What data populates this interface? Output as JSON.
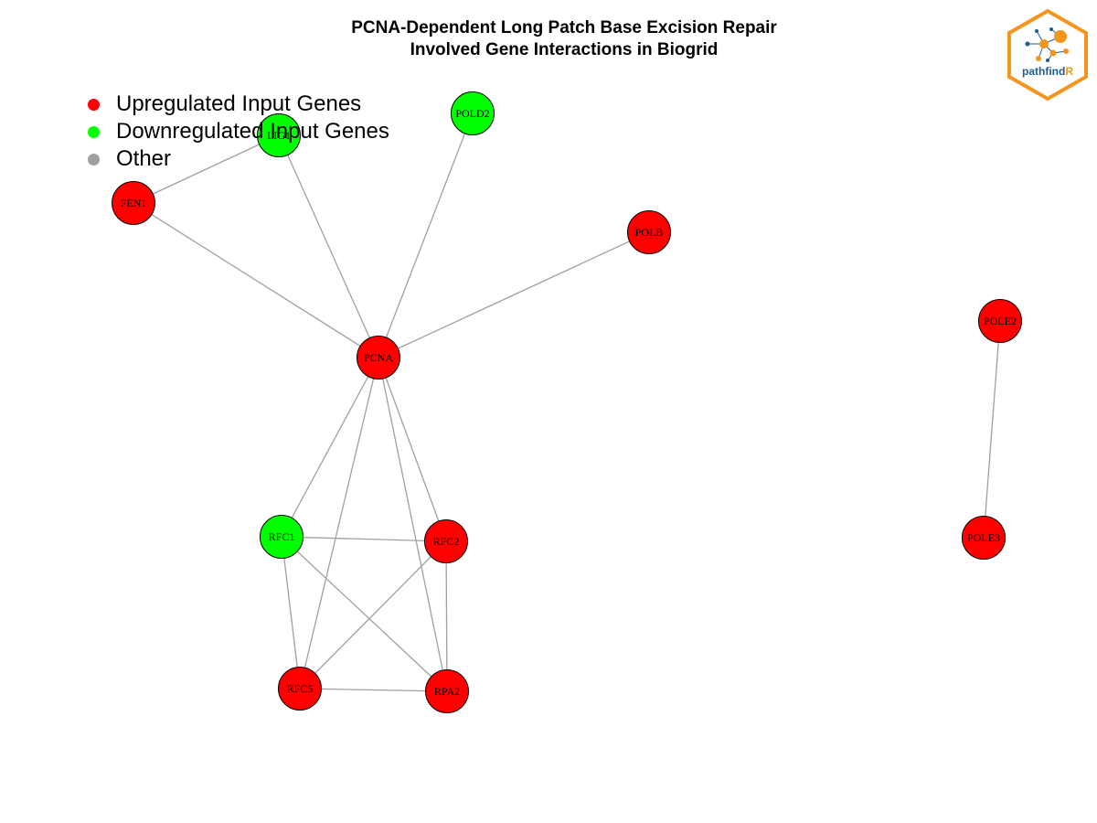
{
  "title": {
    "line1": "PCNA-Dependent Long Patch Base Excision Repair",
    "line2": "Involved Gene Interactions in Biogrid"
  },
  "legend": [
    {
      "label": "Upregulated Input Genes",
      "color": "#ff0000"
    },
    {
      "label": "Downregulated Input Genes",
      "color": "#00ff00"
    },
    {
      "label": "Other",
      "color": "#a0a0a0"
    }
  ],
  "logo": {
    "text_main": "pathfind",
    "text_accent": "R",
    "border_color": "#f7941d",
    "text_color": "#1b5e8b"
  },
  "colors": {
    "upregulated": "#ff0000",
    "downregulated": "#00ff00",
    "edge": "#a0a0a0"
  },
  "nodes": [
    {
      "id": "LIG1",
      "label": "LIG1",
      "status": "down"
    },
    {
      "id": "POLD2",
      "label": "POLD2",
      "status": "down"
    },
    {
      "id": "FEN1",
      "label": "FEN1",
      "status": "up"
    },
    {
      "id": "POLB",
      "label": "POLB",
      "status": "up"
    },
    {
      "id": "POLE2",
      "label": "POLE2",
      "status": "up"
    },
    {
      "id": "PCNA",
      "label": "PCNA",
      "status": "up"
    },
    {
      "id": "RFC1",
      "label": "RFC1",
      "status": "down"
    },
    {
      "id": "RFC2",
      "label": "RFC2",
      "status": "up"
    },
    {
      "id": "POLE3",
      "label": "POLE3",
      "status": "up"
    },
    {
      "id": "RFC5",
      "label": "RFC5",
      "status": "up"
    },
    {
      "id": "RPA2",
      "label": "RPA2",
      "status": "up"
    }
  ],
  "edges": [
    [
      "FEN1",
      "LIG1"
    ],
    [
      "FEN1",
      "PCNA"
    ],
    [
      "LIG1",
      "PCNA"
    ],
    [
      "POLD2",
      "PCNA"
    ],
    [
      "POLB",
      "PCNA"
    ],
    [
      "PCNA",
      "RFC1"
    ],
    [
      "PCNA",
      "RFC2"
    ],
    [
      "PCNA",
      "RFC5"
    ],
    [
      "PCNA",
      "RPA2"
    ],
    [
      "RFC1",
      "RFC2"
    ],
    [
      "RFC1",
      "RFC5"
    ],
    [
      "RFC1",
      "RPA2"
    ],
    [
      "RFC2",
      "RFC5"
    ],
    [
      "RFC2",
      "RPA2"
    ],
    [
      "RFC5",
      "RPA2"
    ],
    [
      "POLE2",
      "POLE3"
    ]
  ]
}
